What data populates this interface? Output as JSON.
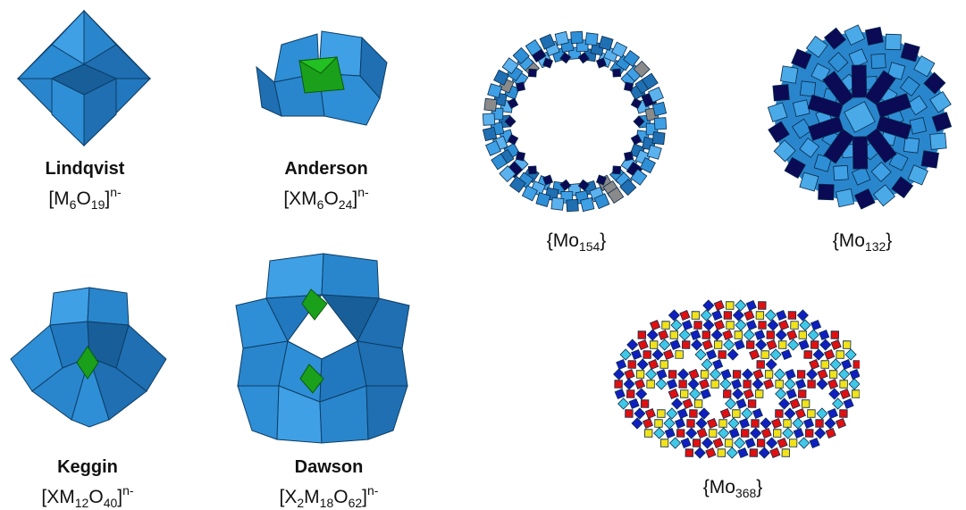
{
  "colors": {
    "light_blue": "#2e8fd6",
    "mid_blue": "#1f6fb2",
    "dark_edge": "#0d3d66",
    "navy": "#0a0a55",
    "green": "#1aa01a",
    "grey": "#8a8a8a",
    "red": "#e01010",
    "yellow": "#f2e21a",
    "royal_blue": "#1020c0",
    "cyan": "#40c8e8"
  },
  "structures": [
    {
      "id": "lindqvist",
      "name": "Lindqvist",
      "formula": {
        "p1": "[M",
        "s1": "6",
        "p2": "O",
        "s2": "19",
        "p3": "]",
        "charge": "n-"
      }
    },
    {
      "id": "anderson",
      "name": "Anderson",
      "formula": {
        "p1": "[XM",
        "s1": "6",
        "p2": "O",
        "s2": "24",
        "p3": "]",
        "charge": "n-"
      }
    },
    {
      "id": "keggin",
      "name": "Keggin",
      "formula": {
        "p1": "[XM",
        "s1": "12",
        "p2": "O",
        "s2": "40",
        "p3": "]",
        "charge": "n-"
      }
    },
    {
      "id": "dawson",
      "name": "Dawson",
      "formula": {
        "p1": "[X",
        "s1": "2",
        "p2": "M",
        "s2": "18",
        "p3": "O",
        "s3": "62",
        "p4": "]",
        "charge": "n-"
      }
    },
    {
      "id": "mo154",
      "formula": {
        "p1": "{Mo",
        "s1": "154",
        "p2": "}"
      }
    },
    {
      "id": "mo132",
      "formula": {
        "p1": "{Mo",
        "s1": "132",
        "p2": "}"
      }
    },
    {
      "id": "mo368",
      "formula": {
        "p1": "{Mo",
        "s1": "368",
        "p2": "}"
      }
    }
  ]
}
